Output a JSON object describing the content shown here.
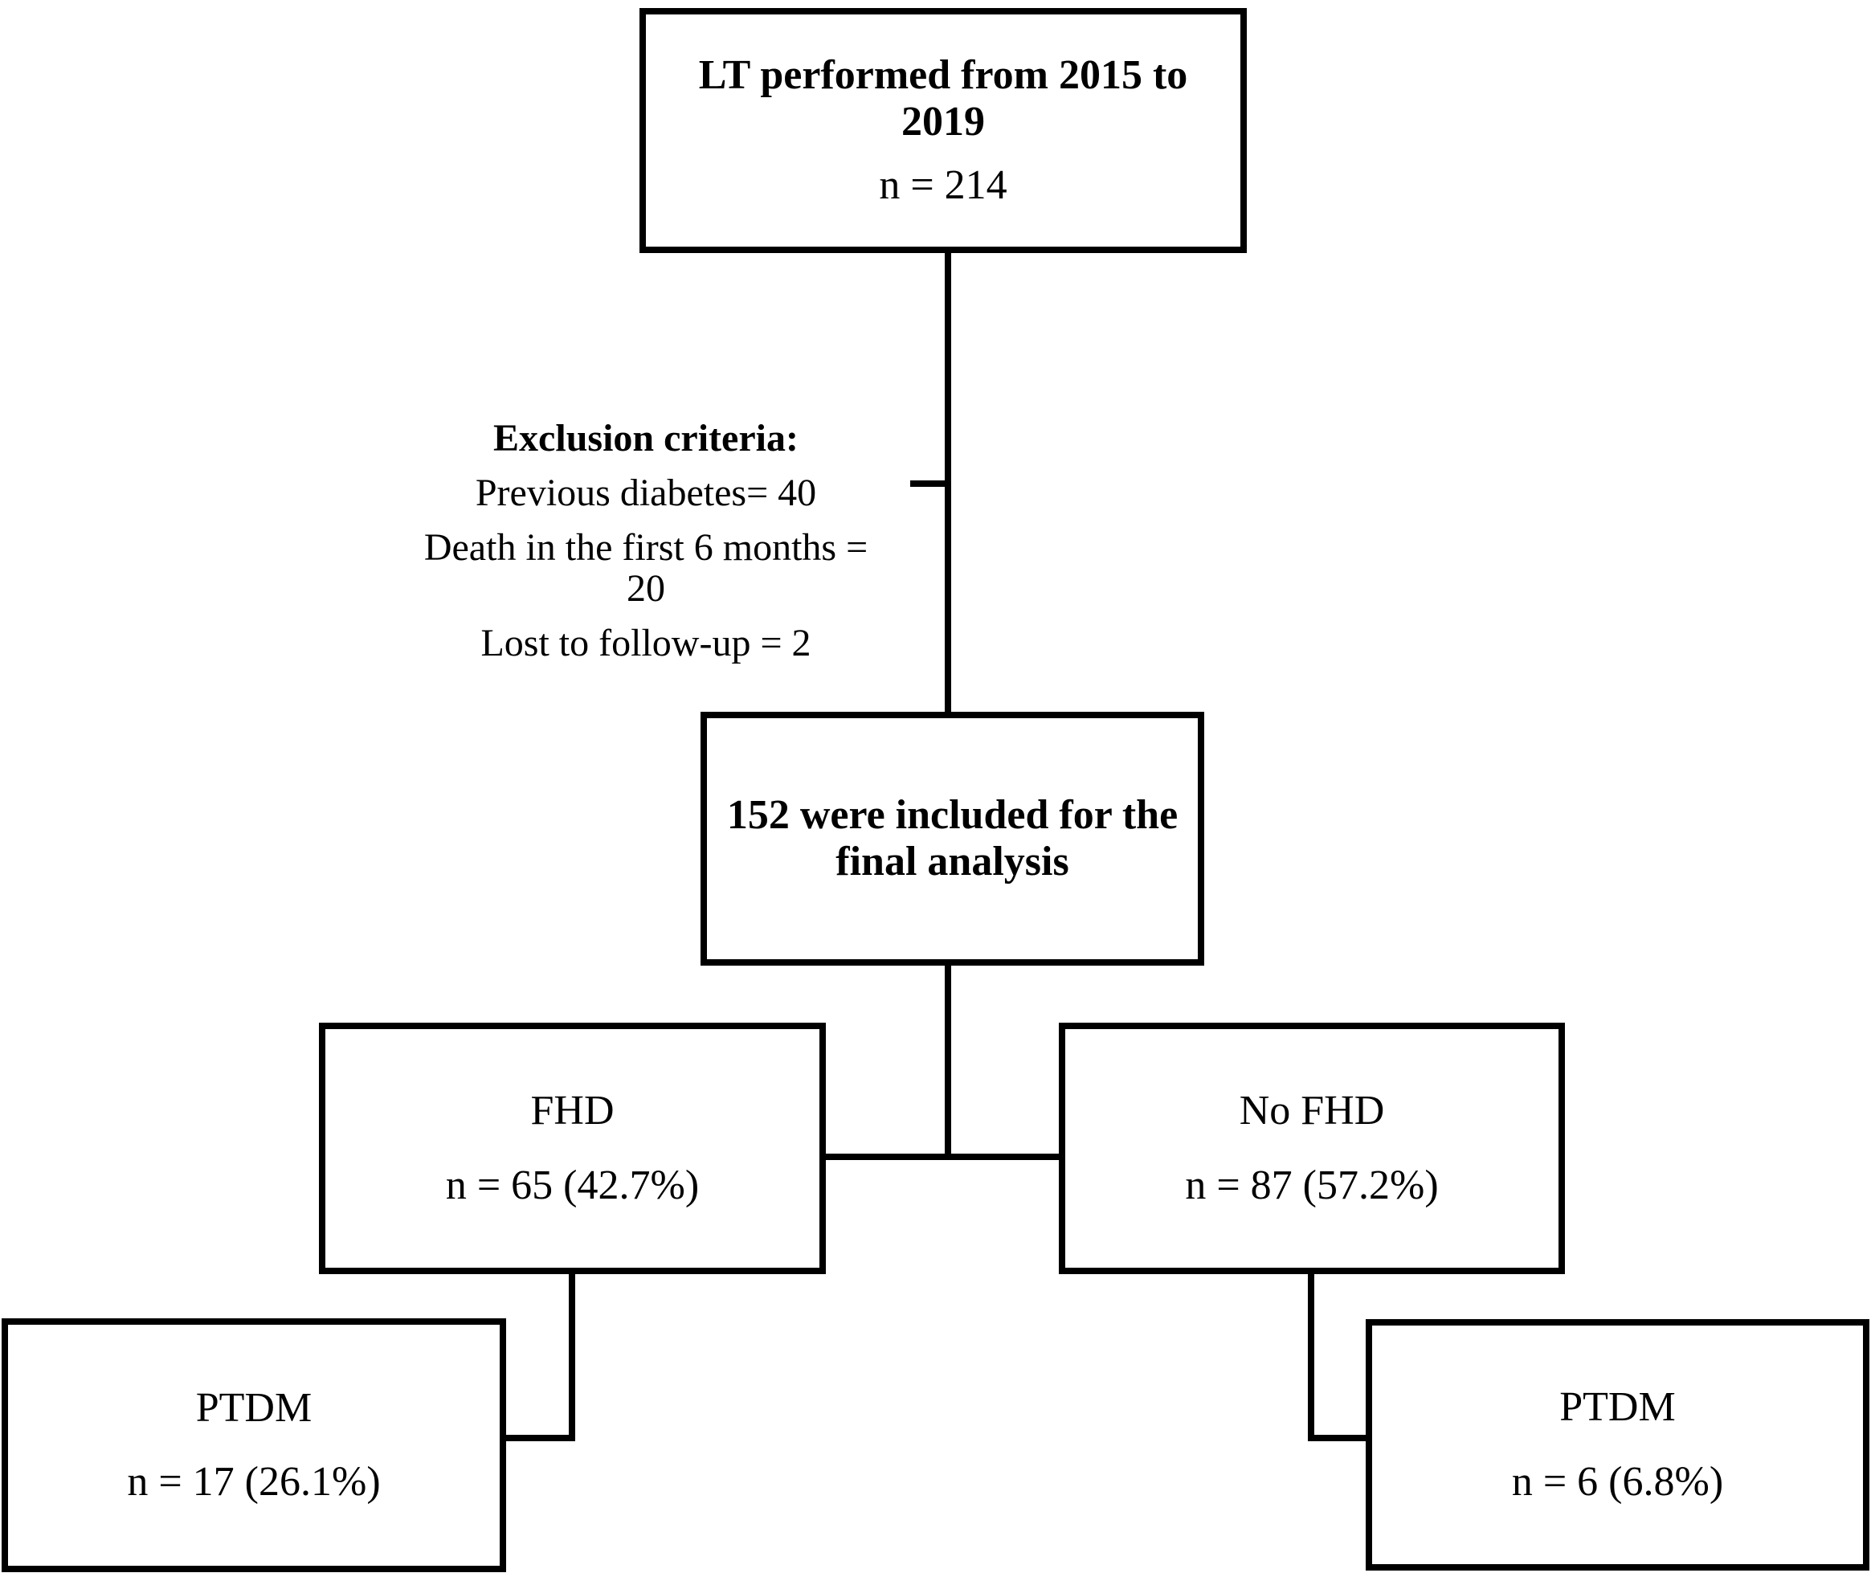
{
  "page": {
    "background_color": "#ffffff",
    "line_color": "#000000",
    "text_color": "#000000"
  },
  "flowchart": {
    "initial_box": {
      "title": "LT performed from 2015 to 2019",
      "count": "n = 214"
    },
    "exclusion_note": {
      "header": "Exclusion criteria:",
      "items": [
        {
          "lines": [
            "Previous diabetes= 40"
          ]
        },
        {
          "lines": [
            "Death in the first 6 months =",
            "20"
          ]
        },
        {
          "lines": [
            "Lost to follow-up = 2"
          ]
        }
      ]
    },
    "included_box": {
      "title": "152 were included for the final analysis"
    },
    "fhd_box": {
      "title": "FHD",
      "count": "n = 65 (42.7%)"
    },
    "no_fhd_box": {
      "title": "No FHD",
      "count": "n = 87 (57.2%)"
    },
    "fhd_ptdm_box": {
      "title": "PTDM",
      "count": "n = 17 (26.1%)"
    },
    "no_fhd_ptdm_box": {
      "title": "PTDM",
      "count": "n = 6 (6.8%)"
    }
  }
}
